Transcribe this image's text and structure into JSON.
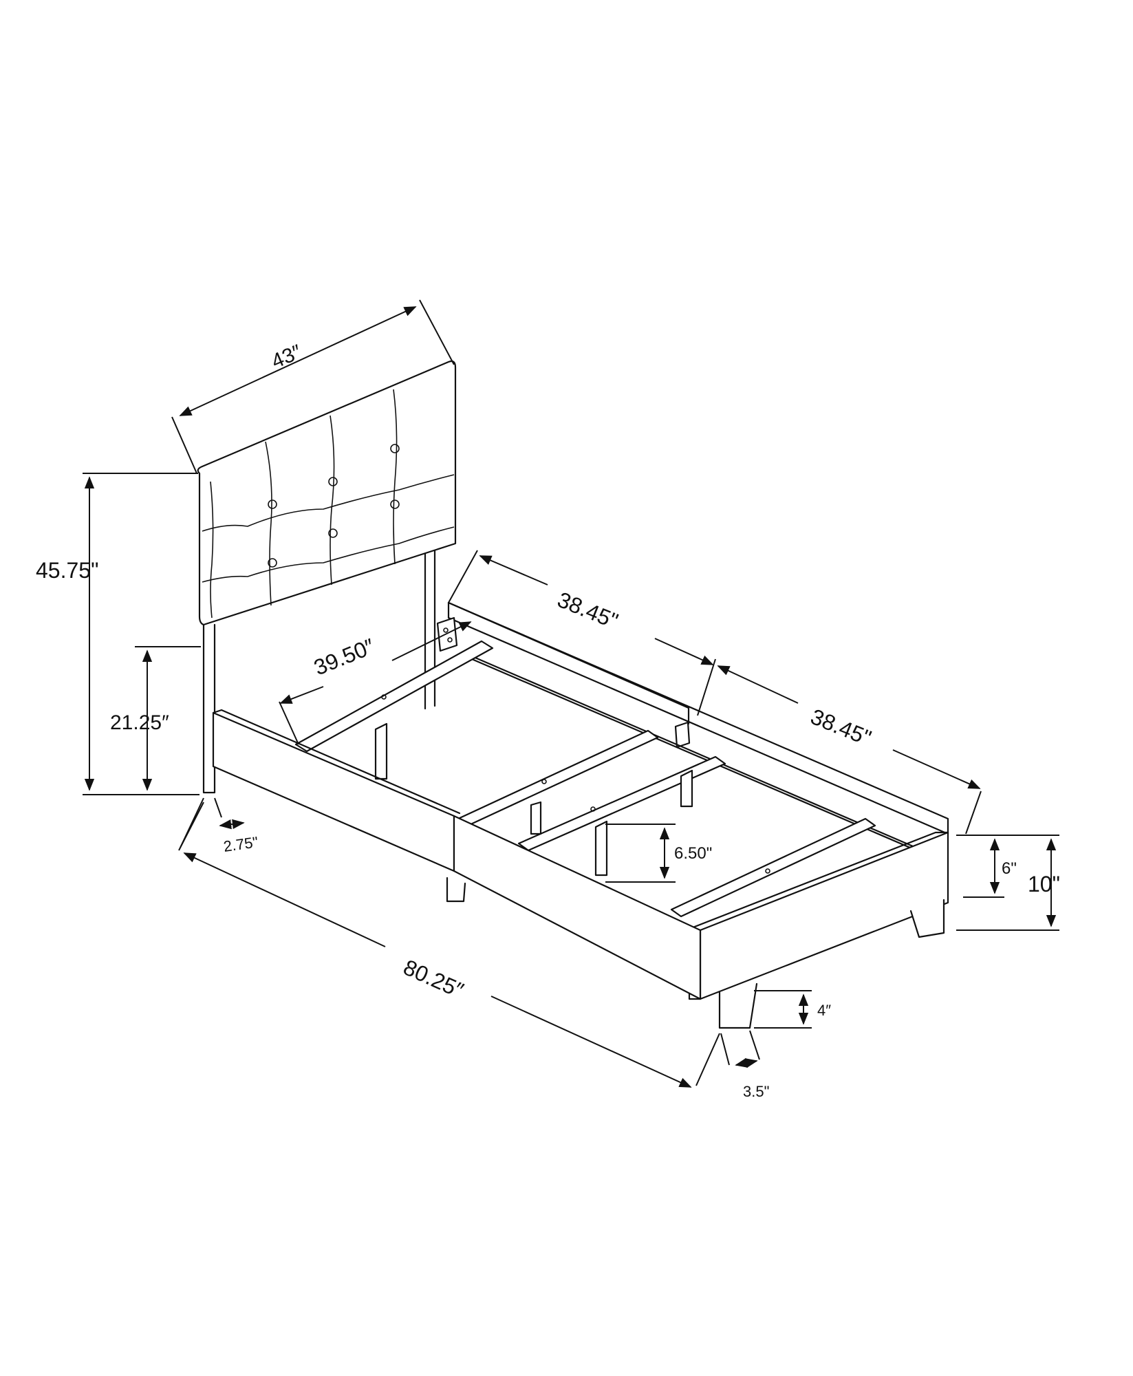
{
  "colors": {
    "line": "#111111",
    "background": "#ffffff"
  },
  "dimensions": {
    "headboard_width": "43″",
    "overall_height": "45.75\"",
    "headboard_leg_height": "21.25″",
    "headboard_leg_width": "2.75\"",
    "inner_width": "39.50″",
    "rail_length_1": "38.45\"",
    "rail_length_2": "38.45\"",
    "center_leg_height": "6.50\"",
    "rail_height": "6\"",
    "footboard_height": "10\"",
    "overall_length": "80.25″",
    "foot_leg_height": "4″",
    "foot_leg_width": "3.5\""
  }
}
